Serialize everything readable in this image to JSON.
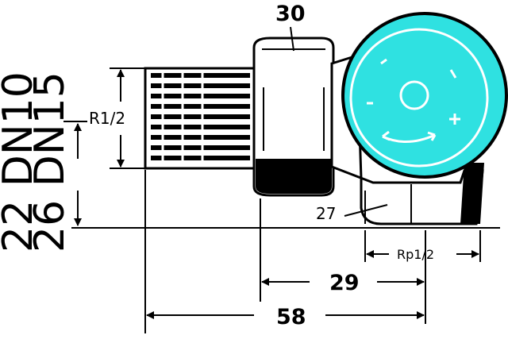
{
  "diagram": {
    "dimensions": {
      "wrench_size": "30",
      "height_label": "27",
      "thread_outlet": "R1/2",
      "thread_inlet": "Rp1/2",
      "length_to_center": "29",
      "total_length": "58"
    },
    "vertical_labels": {
      "line1": "22 DN10",
      "line2": "26 DN15"
    },
    "colors": {
      "handwheel": "#2fe1e1",
      "outline": "#000000",
      "body": "#ffffff"
    }
  }
}
